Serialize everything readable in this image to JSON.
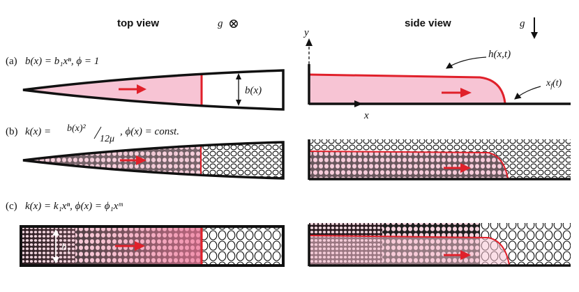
{
  "headers": {
    "top_view": "top view",
    "side_view": "side view",
    "g_top": "g",
    "g_top_symbol": "⊗",
    "g_side": "g"
  },
  "panels": {
    "a": {
      "label": "(a)",
      "formula": "b(x) = b₁xⁿ, ϕ = 1",
      "top_annotation": "b(x)",
      "side_h_label": "h(x,t)",
      "side_xf_label": "x_f(t)",
      "axis_x": "x",
      "axis_y": "y"
    },
    "b": {
      "label": "(b)",
      "formula_left": "k(x) =",
      "formula_frac_num": "b(x)²",
      "formula_frac_den": "12μ",
      "formula_right": ", ϕ(x) = const."
    },
    "c": {
      "label": "(c)",
      "formula": "k(x) = k₁xⁿ, ϕ(x) = ϕ₁xᵐ",
      "width_label": "b₁"
    }
  },
  "colors": {
    "fluid_fill": "#f7c4d4",
    "front_red": "#e0202a",
    "outline": "#111111"
  }
}
